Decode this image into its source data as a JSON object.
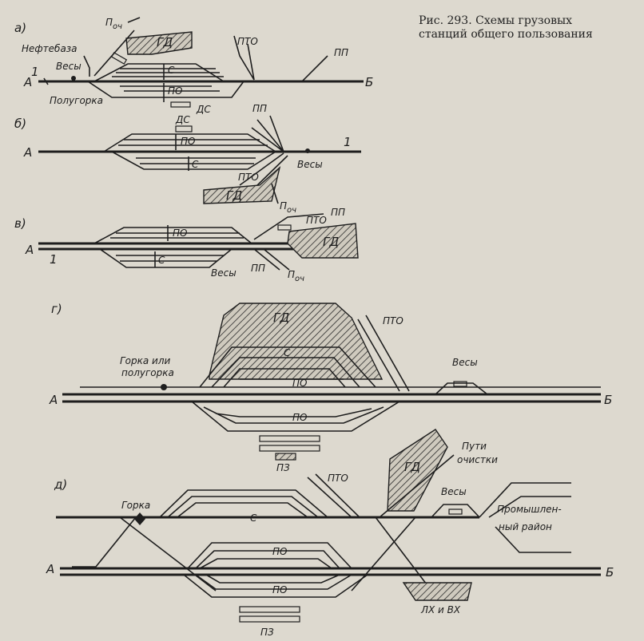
{
  "caption": {
    "line1": "Рис.   293.   Схемы   грузовых",
    "line2": "станций общего пользования"
  },
  "scheme_a": {
    "letter": "а)",
    "gd": "ГД",
    "poch": "П",
    "poch_sub": "оч",
    "neftebaza": "Нефтебаза",
    "vesy": "Весы",
    "one": "1",
    "a": "А",
    "b": "Б",
    "s": "С",
    "po": "ПО",
    "ds": "ДС",
    "pto": "ПТО",
    "pp": "ПП",
    "polugorka": "Полугорка"
  },
  "scheme_b": {
    "letter": "б)",
    "ds": "ДС",
    "po": "ПО",
    "s": "С",
    "pp": "ПП",
    "pto": "ПТО",
    "vesy": "Весы",
    "one": "1",
    "a": "А",
    "gd": "ГД",
    "poch": "П",
    "poch_sub": "оч"
  },
  "scheme_v": {
    "letter": "в)",
    "po": "ПО",
    "s": "С",
    "pto": "ПТО",
    "pp_top": "ПП",
    "gd": "ГД",
    "a": "А",
    "one": "1",
    "vesy": "Весы",
    "pp_bottom": "ПП",
    "poch": "П",
    "poch_sub": "оч"
  },
  "scheme_g": {
    "letter": "г)",
    "gd": "ГД",
    "pto": "ПТО",
    "s": "С",
    "po1": "ПО",
    "po2": "ПО",
    "gorka1": "Горка или",
    "gorka2": "полугорка",
    "vesy": "Весы",
    "a": "А",
    "b": "Б",
    "pz": "ПЗ"
  },
  "scheme_d": {
    "letter": "д)",
    "gd": "ГД",
    "puti1": "Пути",
    "puti2": "очистки",
    "pto": "ПТО",
    "vesy": "Весы",
    "gorka": "Горка",
    "s": "С",
    "prom1": "Промышлен-",
    "prom2": "ный район",
    "po1": "ПО",
    "po2": "ПО",
    "a": "А",
    "b": "Б",
    "lh": "ЛХ и ВХ",
    "pz": "ПЗ"
  }
}
